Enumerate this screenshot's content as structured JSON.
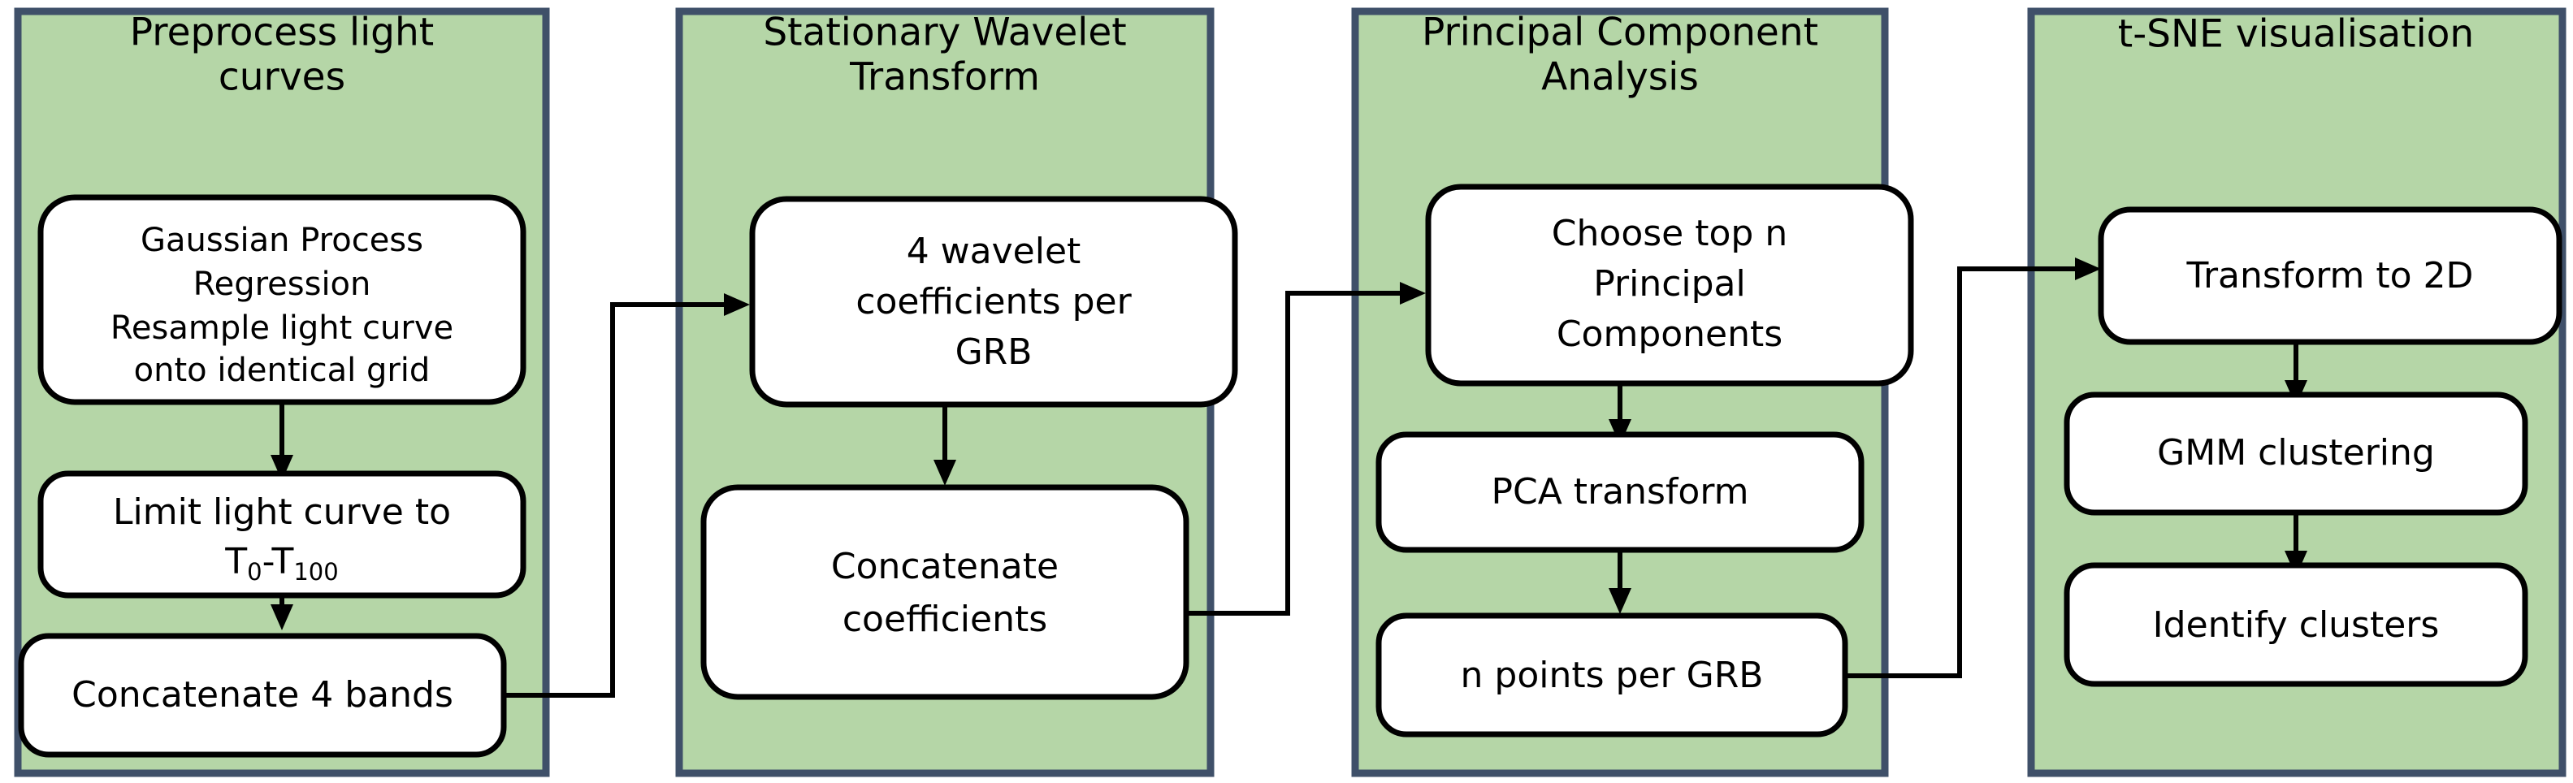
{
  "diagram": {
    "title": "GRB light curve clustering pipeline",
    "colors": {
      "panel_fill": "#b5d6a7",
      "panel_border": "#3f5069",
      "node_fill": "#ffffff",
      "node_border": "#000000",
      "connector": "#000000",
      "background": "#ffffff"
    },
    "panels": [
      {
        "id": "preprocess",
        "title": "Preprocess light curves",
        "title_lines": [
          "Preprocess light",
          "curves"
        ],
        "nodes": [
          {
            "id": "gpr",
            "label": "Gaussian Process Regression Resample light curve onto identical grid",
            "lines": [
              "Gaussian Process",
              "Regression",
              "Resample light curve",
              "onto identical grid"
            ]
          },
          {
            "id": "limit",
            "label": "Limit light curve to T0-T100",
            "lines": [
              "Limit light curve to"
            ],
            "formula": {
              "pre": "T",
              "sub1": "0",
              "mid": "-T",
              "sub2": "100"
            }
          },
          {
            "id": "concat-bands",
            "label": "Concatenate 4 bands",
            "lines": [
              "Concatenate 4 bands"
            ]
          }
        ]
      },
      {
        "id": "swt",
        "title": "Stationary Wavelet Transform",
        "title_lines": [
          "Stationary Wavelet",
          "Transform"
        ],
        "nodes": [
          {
            "id": "wavelet-coeffs",
            "label": "4 wavelet coefficients per GRB",
            "lines": [
              "4 wavelet",
              "coefficients per",
              "GRB"
            ]
          },
          {
            "id": "concat-coeffs",
            "label": "Concatenate coefficients",
            "lines": [
              "Concatenate",
              "coefficients"
            ]
          }
        ]
      },
      {
        "id": "pca",
        "title": "Principal Component Analysis",
        "title_lines": [
          "Principal Component",
          "Analysis"
        ],
        "nodes": [
          {
            "id": "choose-pcs",
            "label": "Choose top n Principal Components",
            "lines": [
              "Choose top n",
              "Principal",
              "Components"
            ]
          },
          {
            "id": "pca-transform",
            "label": "PCA transform",
            "lines": [
              "PCA transform"
            ]
          },
          {
            "id": "n-points",
            "label": "n points per GRB",
            "lines": [
              "n points per GRB"
            ]
          }
        ]
      },
      {
        "id": "tsne",
        "title": "t-SNE visualisation",
        "title_lines": [
          "t-SNE visualisation"
        ],
        "nodes": [
          {
            "id": "transform-2d",
            "label": "Transform to 2D",
            "lines": [
              "Transform to 2D"
            ]
          },
          {
            "id": "gmm",
            "label": "GMM clustering",
            "lines": [
              "GMM clustering"
            ]
          },
          {
            "id": "identify",
            "label": "Identify clusters",
            "lines": [
              "Identify clusters"
            ]
          }
        ]
      }
    ],
    "connectors": [
      {
        "id": "gpr-to-limit",
        "from": "gpr",
        "to": "limit",
        "kind": "vertical-arrow"
      },
      {
        "id": "limit-to-concat-bands",
        "from": "limit",
        "to": "concat-bands",
        "kind": "vertical-arrow"
      },
      {
        "id": "concat-bands-to-wavelet",
        "from": "concat-bands",
        "to": "wavelet-coeffs",
        "kind": "elbow-arrow"
      },
      {
        "id": "wavelet-to-concat-coeffs",
        "from": "wavelet-coeffs",
        "to": "concat-coeffs",
        "kind": "vertical-arrow"
      },
      {
        "id": "concat-coeffs-to-choose-pcs",
        "from": "concat-coeffs",
        "to": "choose-pcs",
        "kind": "elbow-arrow"
      },
      {
        "id": "choose-pcs-to-pca-transform",
        "from": "choose-pcs",
        "to": "pca-transform",
        "kind": "vertical-arrow"
      },
      {
        "id": "pca-transform-to-n-points",
        "from": "pca-transform",
        "to": "n-points",
        "kind": "vertical-arrow"
      },
      {
        "id": "n-points-to-transform-2d",
        "from": "n-points",
        "to": "transform-2d",
        "kind": "elbow-arrow"
      },
      {
        "id": "transform-2d-to-gmm",
        "from": "transform-2d",
        "to": "gmm",
        "kind": "vertical-arrow"
      },
      {
        "id": "gmm-to-identify",
        "from": "gmm",
        "to": "identify",
        "kind": "vertical-arrow"
      }
    ]
  }
}
